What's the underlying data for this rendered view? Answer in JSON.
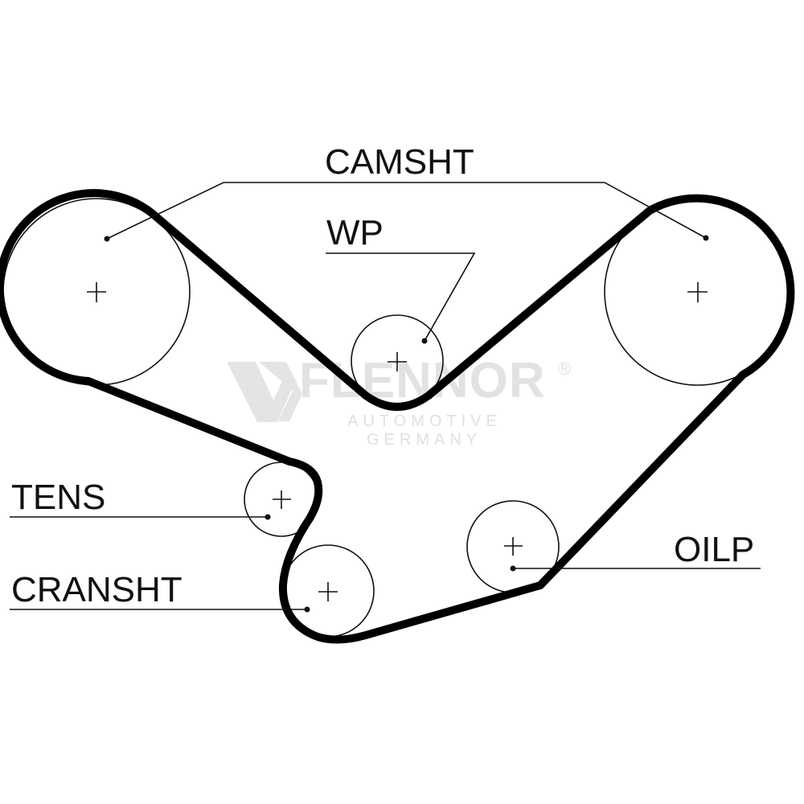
{
  "diagram": {
    "type": "timing-belt-routing",
    "watermark": {
      "brand": "FLENNOR",
      "registered": "®",
      "line1": "AUTOMOTIVE",
      "line2": "GERMANY",
      "color": "#e2e2e2"
    },
    "colors": {
      "belt": "#000000",
      "pulley_outline": "#111111",
      "text": "#111111"
    },
    "labels": [
      {
        "id": "camshaft",
        "text": "CAMSHT"
      },
      {
        "id": "water-pump",
        "text": "WP"
      },
      {
        "id": "tensioner",
        "text": "TENS"
      },
      {
        "id": "crankshaft",
        "text": "CRANSHT"
      },
      {
        "id": "oil-pump",
        "text": "OILP"
      }
    ],
    "pulleys": [
      {
        "id": "camshaft-left",
        "component": "CAMSHT"
      },
      {
        "id": "camshaft-right",
        "component": "CAMSHT"
      },
      {
        "id": "water-pump",
        "component": "WP"
      },
      {
        "id": "tensioner",
        "component": "TENS"
      },
      {
        "id": "crankshaft",
        "component": "CRANSHT"
      },
      {
        "id": "oil-pump",
        "component": "OILP"
      }
    ]
  }
}
